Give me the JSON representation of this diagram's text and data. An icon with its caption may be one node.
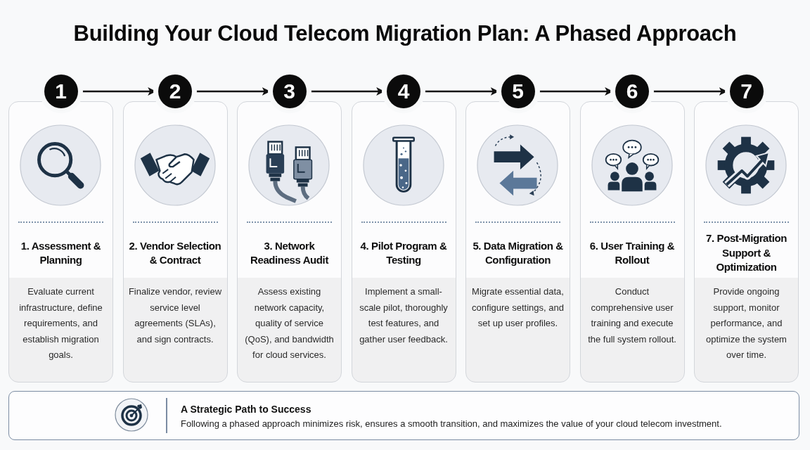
{
  "diagram": {
    "title": "Building Your Cloud Telecom Migration Plan: A Phased Approach",
    "nodes": [
      {
        "text": [
          "1"
        ]
      },
      {
        "text": [
          "2"
        ]
      },
      {
        "text": [
          "3"
        ]
      },
      {
        "text": [
          "4"
        ]
      },
      {
        "text": [
          "5"
        ]
      },
      {
        "text": [
          "6"
        ]
      },
      {
        "text": [
          "7"
        ]
      },
      {
        "text": [
          "1. Assessment & Planning",
          "Evaluate current infrastructure, define requirements, and establish migration goals."
        ]
      },
      {
        "text": [
          "2. Vendor Selection & Contract",
          "Finalize vendor, review service level agreements (SLAs), and sign contracts."
        ]
      },
      {
        "text": [
          "3. Network Readiness Audit",
          "Assess existing network capacity, quality of service (QoS), and bandwidth for cloud services."
        ]
      },
      {
        "text": [
          "4. Pilot Program & Testing",
          "Implement a small-scale pilot, thoroughly test features, and gather user feedback."
        ]
      },
      {
        "text": [
          "5. Data Migration & Configuration",
          "Migrate essential data, configure settings, and set up user profiles."
        ]
      },
      {
        "text": [
          "6. User Training & Rollout",
          "Conduct comprehensive user training and execute the full system rollout."
        ]
      },
      {
        "text": [
          "7. Post-Migration Support & Optimization",
          "Provide ongoing support, monitor performance, and optimize the system over time."
        ]
      },
      {
        "text": [
          "A Strategic Path to Success",
          "Following a phased approach minimizes risk, ensures a smooth transition, and maximizes the value of your cloud telecom investment."
        ]
      }
    ],
    "edges": [
      {
        "from": 0,
        "to": 1,
        "arrow": "to"
      },
      {
        "from": 1,
        "to": 2,
        "arrow": "to"
      },
      {
        "from": 2,
        "to": 3,
        "arrow": "to"
      },
      {
        "from": 3,
        "to": 4,
        "arrow": "to"
      },
      {
        "from": 4,
        "to": 5,
        "arrow": "to"
      },
      {
        "from": 5,
        "to": 6,
        "arrow": "to"
      }
    ]
  }
}
